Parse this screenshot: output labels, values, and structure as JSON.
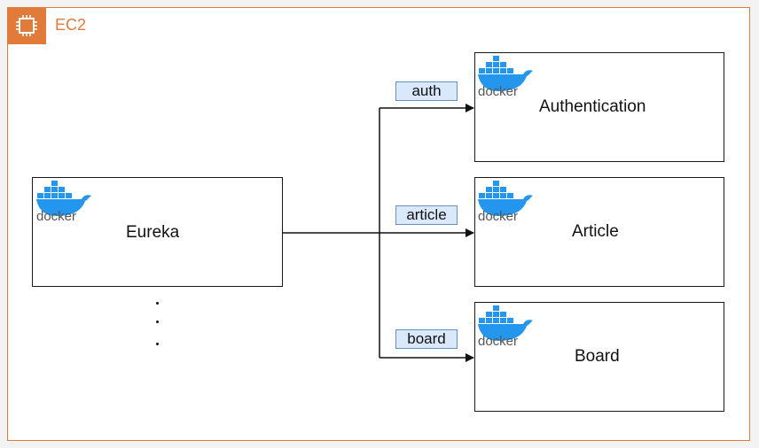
{
  "container": {
    "label": "EC2",
    "accent_color": "#e07b39",
    "icon": "ec2-chip-icon"
  },
  "source_service": {
    "label": "Eureka",
    "logo_text": "docker"
  },
  "ellipsis": "⋮",
  "routes": [
    {
      "path": "auth",
      "target": "Authentication",
      "logo_text": "docker"
    },
    {
      "path": "article",
      "target": "Article",
      "logo_text": "docker"
    },
    {
      "path": "board",
      "target": "Board",
      "logo_text": "docker"
    }
  ],
  "colors": {
    "docker_blue": "#2496ed",
    "label_fill": "#dae8fc",
    "label_border": "#6c8ebf"
  }
}
